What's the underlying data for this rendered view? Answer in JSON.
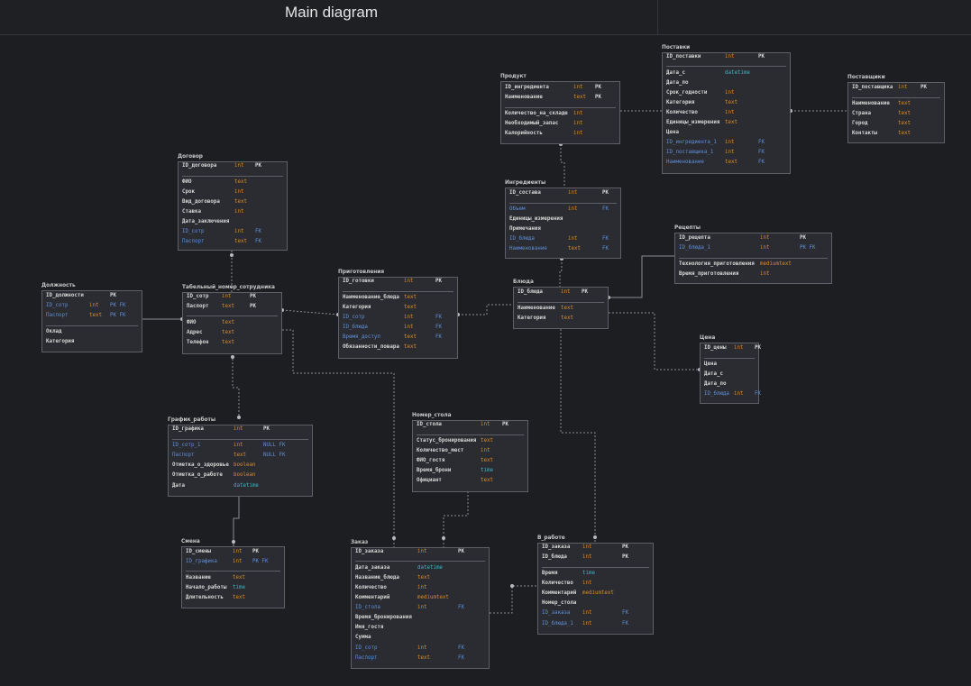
{
  "page": {
    "title": "Main diagram"
  },
  "colors": {
    "background": "#1d1e22",
    "table_bg": "#2b2c31",
    "table_border": "#5e6068",
    "field": "#d6d6d6",
    "fk_field": "#5f8fd9",
    "type_orange": "#d98c2b",
    "type_cyan": "#3fb6c9",
    "connector": "#8a8c92"
  },
  "tables": [
    {
      "id": "postavki",
      "name": "Поставки",
      "head": [
        [
          "ID_поставки",
          "int",
          "PK"
        ]
      ],
      "body": [
        [
          "Дата_с",
          "datetime",
          ""
        ],
        [
          "Дата_по",
          "",
          ""
        ],
        [
          "Срок_годности",
          "int",
          ""
        ],
        [
          "Категория",
          "text",
          ""
        ],
        [
          "Количество",
          "int",
          ""
        ],
        [
          "Единицы_измерения",
          "text",
          ""
        ],
        [
          "Цена",
          "",
          ""
        ],
        [
          "ID_ингредиента_1",
          "int",
          "FK"
        ],
        [
          "ID_поставщика_1",
          "int",
          "FK"
        ],
        [
          "Наименование",
          "text",
          "FK"
        ]
      ]
    },
    {
      "id": "postavshiki",
      "name": "Поставщики",
      "head": [
        [
          "ID_поставщика",
          "int",
          "PK"
        ]
      ],
      "body": [
        [
          "Наименование",
          "text",
          ""
        ],
        [
          "Страна",
          "text",
          ""
        ],
        [
          "Город",
          "text",
          ""
        ],
        [
          "Контакты",
          "text",
          ""
        ]
      ]
    },
    {
      "id": "produkt",
      "name": "Продукт",
      "head": [
        [
          "ID_ингредиента",
          "int",
          "PK"
        ],
        [
          "Наименование",
          "text",
          "PK"
        ]
      ],
      "body": [
        [
          "Количество_на_складе",
          "int",
          ""
        ],
        [
          "Необходимый_запас",
          "int",
          ""
        ],
        [
          "Калорийность",
          "int",
          ""
        ]
      ]
    },
    {
      "id": "dogovor",
      "name": "Договор",
      "head": [
        [
          "ID_договора",
          "int",
          "PK"
        ]
      ],
      "body": [
        [
          "ФИО",
          "text",
          ""
        ],
        [
          "Срок",
          "int",
          ""
        ],
        [
          "Вид_договора",
          "text",
          ""
        ],
        [
          "Ставка",
          "int",
          ""
        ],
        [
          "Дата_заключения",
          "",
          ""
        ],
        [
          "ID_сотр",
          "int",
          "FK"
        ],
        [
          "Паспорт",
          "text",
          "FK"
        ]
      ]
    },
    {
      "id": "ingredienty",
      "name": "Ингредиенты",
      "head": [
        [
          "ID_состава",
          "int",
          "PK"
        ]
      ],
      "body": [
        [
          "Объем",
          "int",
          "FK"
        ],
        [
          "Единицы_измерения",
          "",
          ""
        ],
        [
          "Примечания",
          "",
          ""
        ],
        [
          "ID_блюда",
          "int",
          "FK"
        ],
        [
          "Наименование",
          "text",
          "FK"
        ]
      ]
    },
    {
      "id": "recepty",
      "name": "Рецепты",
      "head": [
        [
          "ID_рецепта",
          "int",
          "PK"
        ],
        [
          "ID_блюда_1",
          "int",
          "PK FK"
        ]
      ],
      "body": [
        [
          "Технология_приготовления",
          "mediumtext",
          ""
        ],
        [
          "Время_приготовления",
          "int",
          ""
        ]
      ]
    },
    {
      "id": "dolzhnost",
      "name": "Должность",
      "head": [
        [
          "ID_должности",
          "",
          "PK"
        ],
        [
          "ID_сотр",
          "int",
          "PK FK"
        ],
        [
          "Паспорт",
          "text",
          "PK FK"
        ]
      ],
      "body": [
        [
          "Оклад",
          "",
          ""
        ],
        [
          "Категория",
          "",
          ""
        ]
      ]
    },
    {
      "id": "tabelny",
      "name": "Табельный_номер_сотрудника",
      "head": [
        [
          "ID_сотр",
          "int",
          "PK"
        ],
        [
          "Паспорт",
          "text",
          "PK"
        ]
      ],
      "body": [
        [
          "ФИО",
          "text",
          ""
        ],
        [
          "Адрес",
          "text",
          ""
        ],
        [
          "Телефон",
          "text",
          ""
        ]
      ]
    },
    {
      "id": "prigotovlenie",
      "name": "Приготовления",
      "head": [
        [
          "ID_готовки",
          "int",
          "PK"
        ]
      ],
      "body": [
        [
          "Наименование_блюда",
          "text",
          ""
        ],
        [
          "Категория",
          "text",
          ""
        ],
        [
          "ID_сотр",
          "int",
          "FK"
        ],
        [
          "ID_блюда",
          "int",
          "FK"
        ],
        [
          "Время_доступ",
          "text",
          "FK"
        ],
        [
          "Обязанности_повара",
          "text",
          ""
        ]
      ]
    },
    {
      "id": "bluda",
      "name": "Блюда",
      "head": [
        [
          "ID_блюда",
          "int",
          "PK"
        ]
      ],
      "body": [
        [
          "Наименование",
          "text",
          ""
        ],
        [
          "Категория",
          "text",
          ""
        ]
      ]
    },
    {
      "id": "cena",
      "name": "Цена",
      "head": [
        [
          "ID_цены",
          "int",
          "PK"
        ]
      ],
      "body": [
        [
          "Цена",
          "",
          ""
        ],
        [
          "Дата_с",
          "",
          ""
        ],
        [
          "Дата_по",
          "",
          ""
        ],
        [
          "ID_блюда",
          "int",
          "FK"
        ]
      ]
    },
    {
      "id": "grafik",
      "name": "График_работы",
      "head": [
        [
          "ID_графика",
          "int",
          "PK"
        ]
      ],
      "body": [
        [
          "ID_сотр_1",
          "int",
          "NULL FK"
        ],
        [
          "Паспорт",
          "text",
          "NULL FK"
        ],
        [
          "Отметка_о_здоровье",
          "boolean",
          ""
        ],
        [
          "Отметка_о_работе",
          "boolean",
          ""
        ],
        [
          "Дата",
          "datetime",
          ""
        ]
      ]
    },
    {
      "id": "nomer_stola",
      "name": "Номер_стола",
      "head": [
        [
          "ID_стола",
          "int",
          "PK"
        ]
      ],
      "body": [
        [
          "Статус_бронирования",
          "text",
          ""
        ],
        [
          "Количество_мест",
          "int",
          ""
        ],
        [
          "ФИО_гостя",
          "text",
          ""
        ],
        [
          "Время_брони",
          "time",
          ""
        ],
        [
          "Официант",
          "text",
          ""
        ]
      ]
    },
    {
      "id": "smena",
      "name": "Смена",
      "head": [
        [
          "ID_смены",
          "int",
          "PK"
        ],
        [
          "ID_графика",
          "int",
          "PK FK"
        ]
      ],
      "body": [
        [
          "Название",
          "text",
          ""
        ],
        [
          "Начало_работы",
          "time",
          ""
        ],
        [
          "Длительность",
          "text",
          ""
        ]
      ]
    },
    {
      "id": "zakaz",
      "name": "Заказ",
      "head": [
        [
          "ID_заказа",
          "int",
          "PK"
        ]
      ],
      "body": [
        [
          "Дата_заказа",
          "datetime",
          ""
        ],
        [
          "Название_блюда",
          "text",
          ""
        ],
        [
          "Количество",
          "int",
          ""
        ],
        [
          "Комментарий",
          "mediumtext",
          ""
        ],
        [
          "ID_стола",
          "int",
          "FK"
        ],
        [
          "Время_бронирования",
          "",
          ""
        ],
        [
          "Имя_гостя",
          "",
          ""
        ],
        [
          "Сумма",
          "",
          ""
        ],
        [
          "ID_сотр",
          "int",
          "FK"
        ],
        [
          "Паспорт",
          "text",
          "FK"
        ]
      ]
    },
    {
      "id": "v_rabote",
      "name": "В_работе",
      "head": [
        [
          "ID_заказа",
          "int",
          "PK"
        ],
        [
          "ID_блюда",
          "int",
          "PK"
        ]
      ],
      "body": [
        [
          "Время",
          "time",
          ""
        ],
        [
          "Количество",
          "int",
          ""
        ],
        [
          "Комментарий",
          "mediumtext",
          ""
        ],
        [
          "Номер_стола",
          "",
          ""
        ],
        [
          "ID_заказа",
          "int",
          "FK"
        ],
        [
          "ID_блюда_1",
          "int",
          "FK"
        ]
      ]
    }
  ]
}
